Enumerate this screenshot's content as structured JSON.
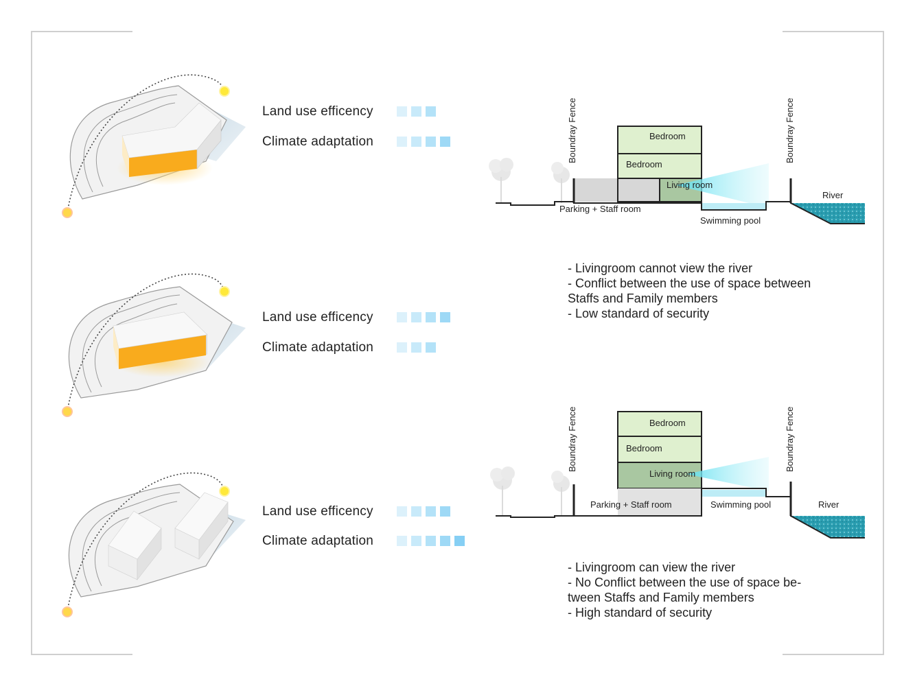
{
  "colors": {
    "frame": "#cfcfcf",
    "room_fill": "#dff0cf",
    "living_fill": "#a9c7a1",
    "parking_fill": "#d7d7d7",
    "water": "#2a9db0",
    "view_cone": "#5fe0f0",
    "sun": "#ffe93a",
    "sun_low": "#ffd84a",
    "building_orange": "#f9ab1d",
    "square_levels": [
      "#dcf1fb",
      "#c8eafa",
      "#b3e2f8",
      "#9ed9f6",
      "#86cff4"
    ]
  },
  "icons": [
    "sun-icon",
    "tree-icon",
    "water-texture"
  ],
  "options": [
    {
      "land_use_label": "Land use efficency",
      "land_use_score": 3,
      "climate_label": "Climate adaptation",
      "climate_score": 4
    },
    {
      "land_use_label": "Land use efficency",
      "land_use_score": 4,
      "climate_label": "Climate adaptation",
      "climate_score": 3
    },
    {
      "land_use_label": "Land use efficency",
      "land_use_score": 4,
      "climate_label": "Climate adaptation",
      "climate_score": 5
    }
  ],
  "section_top": {
    "fence_left": "Boundray Fence",
    "fence_right": "Boundray Fence",
    "bedroom_upper": "Bedroom",
    "bedroom_lower": "Bedroom",
    "living_room": "Living room",
    "parking": "Parking + Staff room",
    "pool": "Swimming pool",
    "river": "River"
  },
  "section_bottom": {
    "fence_left": "Boundray Fence",
    "fence_right": "Boundray Fence",
    "bedroom_upper": "Bedroom",
    "bedroom_lower": "Bedroom",
    "living_room": "Living room",
    "parking": "Parking + Staff room",
    "pool": "Swimming pool",
    "river": "River"
  },
  "notes_top": [
    "- Livingroom cannot view the river",
    "- Conflict between the use of space between",
    "Staffs and Family members",
    "- Low standard of security"
  ],
  "notes_bottom": [
    "- Livingroom can view the river",
    "- No Conflict between the use of space be-",
    "tween Staffs and Family members",
    "- High standard of security"
  ]
}
